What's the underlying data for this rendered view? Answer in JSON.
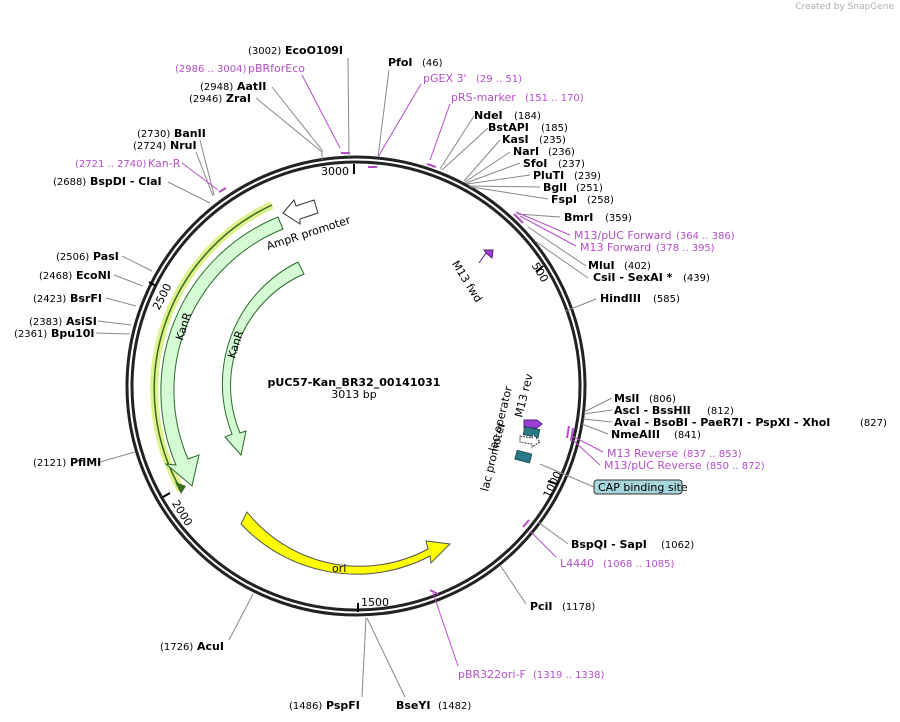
{
  "watermark": "Created by SnapGene",
  "plasmid": {
    "name": "pUC57-Kan_BR32_00141031",
    "size": "3013 bp",
    "length": 3013
  },
  "ticks": [
    {
      "label": "500",
      "pos": 500
    },
    {
      "label": "1000",
      "pos": 1000
    },
    {
      "label": "1500",
      "pos": 1500
    },
    {
      "label": "2000",
      "pos": 2000
    },
    {
      "label": "2500",
      "pos": 2500
    },
    {
      "label": "3000",
      "pos": 3000
    }
  ],
  "enzymes": [
    {
      "name": "EcoO109I",
      "pos": "(3002)",
      "side": "left"
    },
    {
      "name": "PfoI",
      "pos": "(46)",
      "side": "right"
    },
    {
      "name": "AatII",
      "pos": "(2948)",
      "side": "left"
    },
    {
      "name": "ZraI",
      "pos": "(2946)",
      "side": "left"
    },
    {
      "name": "NdeI",
      "pos": "(184)",
      "side": "right"
    },
    {
      "name": "BstAPI",
      "pos": "(185)",
      "side": "right"
    },
    {
      "name": "KasI",
      "pos": "(235)",
      "side": "right"
    },
    {
      "name": "NarI",
      "pos": "(236)",
      "side": "right"
    },
    {
      "name": "SfoI",
      "pos": "(237)",
      "side": "right"
    },
    {
      "name": "PluTI",
      "pos": "(239)",
      "side": "right"
    },
    {
      "name": "BglI",
      "pos": "(251)",
      "side": "right"
    },
    {
      "name": "FspI",
      "pos": "(258)",
      "side": "right"
    },
    {
      "name": "BanII",
      "pos": "(2730)",
      "side": "left"
    },
    {
      "name": "NruI",
      "pos": "(2724)",
      "side": "left"
    },
    {
      "name": "BspDI - ClaI",
      "pos": "(2688)",
      "side": "left"
    },
    {
      "name": "BmrI",
      "pos": "(359)",
      "side": "right"
    },
    {
      "name": "MluI",
      "pos": "(402)",
      "side": "right"
    },
    {
      "name": "CsiI - SexAI *",
      "pos": "(439)",
      "side": "right"
    },
    {
      "name": "HindIII",
      "pos": "(585)",
      "side": "right"
    },
    {
      "name": "PasI",
      "pos": "(2506)",
      "side": "left"
    },
    {
      "name": "EcoNI",
      "pos": "(2468)",
      "side": "left"
    },
    {
      "name": "BsrFI",
      "pos": "(2423)",
      "side": "left"
    },
    {
      "name": "AsiSI",
      "pos": "(2383)",
      "side": "left"
    },
    {
      "name": "Bpu10I",
      "pos": "(2361)",
      "side": "left"
    },
    {
      "name": "MslI",
      "pos": "(806)",
      "side": "right"
    },
    {
      "name": "AscI - BssHII",
      "pos": "(812)",
      "side": "right"
    },
    {
      "name": "AvaI - BsoBI - PaeR7I - PspXI - XhoI",
      "pos": "(827)",
      "side": "right"
    },
    {
      "name": "NmeAIII",
      "pos": "(841)",
      "side": "right"
    },
    {
      "name": "PflMI",
      "pos": "(2121)",
      "side": "left"
    },
    {
      "name": "BspQI - SapI",
      "pos": "(1062)",
      "side": "right"
    },
    {
      "name": "PciI",
      "pos": "(1178)",
      "side": "right"
    },
    {
      "name": "AcuI",
      "pos": "(1726)",
      "side": "left"
    },
    {
      "name": "PspFI",
      "pos": "(1486)",
      "side": "left"
    },
    {
      "name": "BseYI",
      "pos": "(1482)",
      "side": "right"
    }
  ],
  "primers": [
    {
      "name": "pBRforEco",
      "pos": "(2986 .. 3004)"
    },
    {
      "name": "pGEX 3'",
      "pos": "(29 .. 51)"
    },
    {
      "name": "pRS-marker",
      "pos": "(151 .. 170)"
    },
    {
      "name": "Kan-R",
      "pos": "(2721 .. 2740)"
    },
    {
      "name": "M13/pUC Forward",
      "pos": "(364 .. 386)"
    },
    {
      "name": "M13 Forward",
      "pos": "(378 .. 395)"
    },
    {
      "name": "M13 Reverse",
      "pos": "(837 .. 853)"
    },
    {
      "name": "M13/pUC Reverse",
      "pos": "(850 .. 872)"
    },
    {
      "name": "L4440",
      "pos": "(1068 .. 1085)"
    },
    {
      "name": "pBR322ori-F",
      "pos": "(1319 .. 1338)"
    }
  ],
  "features": {
    "ampr_promoter": "AmpR promoter",
    "kanr_gene": "KanR",
    "kanr_inner": "KanR",
    "ori": "ori",
    "m13_fwd": "M13 fwd",
    "m13_rev": "M13 rev",
    "lac_operator": "lac operator",
    "lac_promoter": "lac promoter",
    "cap_site": "CAP binding site"
  },
  "colors": {
    "backbone": "#222222",
    "primer": "#b44fc9",
    "enzyme_line": "#888888",
    "kanr_fill": "#d4fbd4",
    "kanr_highlight": "#d8f07a",
    "ori_fill": "#ffff00",
    "promoter_fill": "#ffffff",
    "lac_operator": "#2a7a8a",
    "cap_fill": "#a6d6dc"
  }
}
